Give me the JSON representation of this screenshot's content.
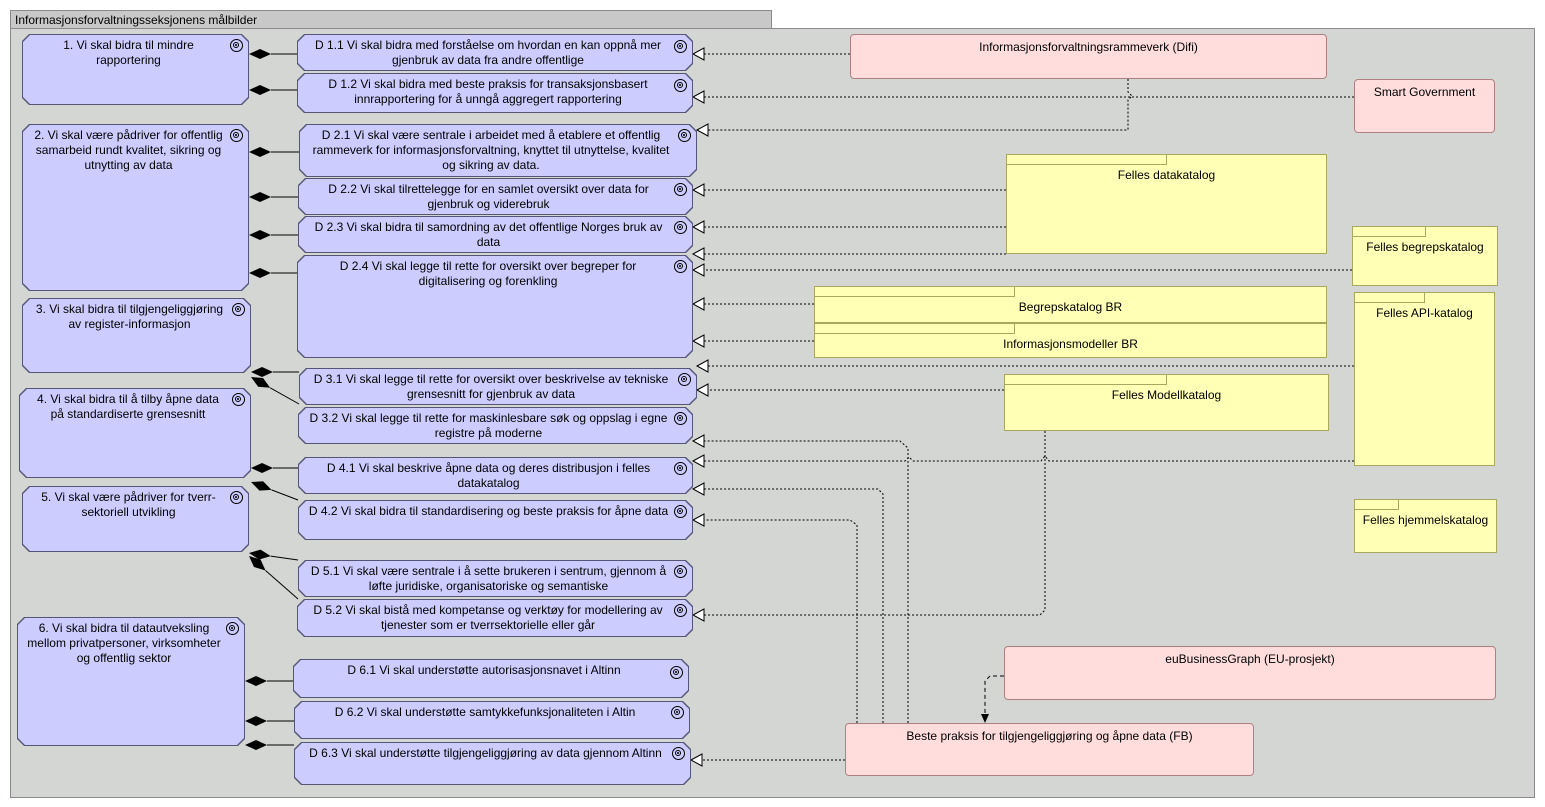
{
  "title": "Informasjonsforvaltningsseksjonens målbilder",
  "goals": [
    {
      "id": "g1",
      "label": "1. Vi skal bidra til mindre rapportering"
    },
    {
      "id": "g2",
      "label": "2. Vi skal være pådriver for offentlig samarbeid rundt kvalitet, sikring og utnytting av data"
    },
    {
      "id": "g3",
      "label": "3. Vi skal bidra til tilgjengeliggjøring av register-informasjon"
    },
    {
      "id": "g4",
      "label": "4. Vi skal bidra til å tilby åpne data på standardiserte grensesnitt"
    },
    {
      "id": "g5",
      "label": "5. Vi skal være pådriver for tverr-sektoriell utvikling"
    },
    {
      "id": "g6",
      "label": "6. Vi skal bidra til datautveksling mellom privatpersoner, virksomheter og offentlig sektor"
    }
  ],
  "subgoals": [
    {
      "id": "d11",
      "label": "D 1.1 Vi skal bidra med forståelse om hvordan en kan oppnå mer gjenbruk av data fra andre offentlige"
    },
    {
      "id": "d12",
      "label": "D 1.2 Vi skal bidra med beste praksis for transaksjonsbasert innrapportering for å unngå aggregert rapportering"
    },
    {
      "id": "d21",
      "label": "D 2.1 Vi skal være sentrale i arbeidet med å etablere et offentlig rammeverk for informasjonsforvaltning, knyttet til utnyttelse, kvalitet og sikring av data."
    },
    {
      "id": "d22",
      "label": "D 2.2 Vi skal tilrettelegge for en samlet oversikt over data for gjenbruk og viderebruk"
    },
    {
      "id": "d23",
      "label": "D 2.3 Vi skal bidra til samordning av det offentlige Norges bruk av data"
    },
    {
      "id": "d24",
      "label": "D 2.4 Vi skal legge til rette for oversikt over begreper for digitalisering og forenkling"
    },
    {
      "id": "d31",
      "label": "D 3.1 Vi skal legge til rette for oversikt over beskrivelse av tekniske grensesnitt for gjenbruk av data"
    },
    {
      "id": "d32",
      "label": "D 3.2 Vi skal legge til rette for maskinlesbare søk og oppslag i egne registre på moderne"
    },
    {
      "id": "d41",
      "label": "D 4.1 Vi skal beskrive åpne data og deres distribusjon i felles datakatalog"
    },
    {
      "id": "d42",
      "label": "D 4.2 Vi skal bidra til standardisering og beste praksis for åpne data"
    },
    {
      "id": "d51",
      "label": "D 5.1 Vi skal være sentrale i å sette brukeren i sentrum, gjennom å løfte juridiske, organisatoriske og semantiske"
    },
    {
      "id": "d52",
      "label": "D 5.2 Vi skal bistå med kompetanse og verktøy for modellering av tjenester som er tverrsektorielle eller går"
    },
    {
      "id": "d61",
      "label": "D 6.1 Vi skal understøtte autorisasjonsnavet i Altinn"
    },
    {
      "id": "d62",
      "label": "D 6.2 Vi skal understøtte samtykkefunksjonaliteten i Altin"
    },
    {
      "id": "d63",
      "label": "D 6.3 Vi skal understøtte tilgjengeliggjøring av data gjennom Altinn"
    }
  ],
  "drivers": [
    {
      "id": "difi",
      "label": "Informasjonsforvaltningsrammeverk (Difi)"
    },
    {
      "id": "smart",
      "label": "Smart Government"
    },
    {
      "id": "eubg",
      "label": "euBusinessGraph (EU-prosjekt)"
    },
    {
      "id": "fb",
      "label": "Beste praksis for tilgjengeliggjøring og åpne data (FB)"
    }
  ],
  "packages": [
    {
      "id": "datakatalog",
      "label": "Felles datakatalog"
    },
    {
      "id": "begrepskatalog",
      "label": "Felles begrepskatalog"
    },
    {
      "id": "begrepbr",
      "label": "Begrepskatalog BR"
    },
    {
      "id": "infomodbr",
      "label": "Informasjonsmodeller BR"
    },
    {
      "id": "apikatalog",
      "label": "Felles API-katalog"
    },
    {
      "id": "modellkatalog",
      "label": "Felles Modellkatalog"
    },
    {
      "id": "hjemmel",
      "label": "Felles hjemmelskatalog"
    }
  ],
  "colors": {
    "goal_fill": "#ccccff",
    "driver_fill": "#ffdddd",
    "package_fill": "#ffffb5",
    "frame_fill": "#d3d6d3"
  }
}
